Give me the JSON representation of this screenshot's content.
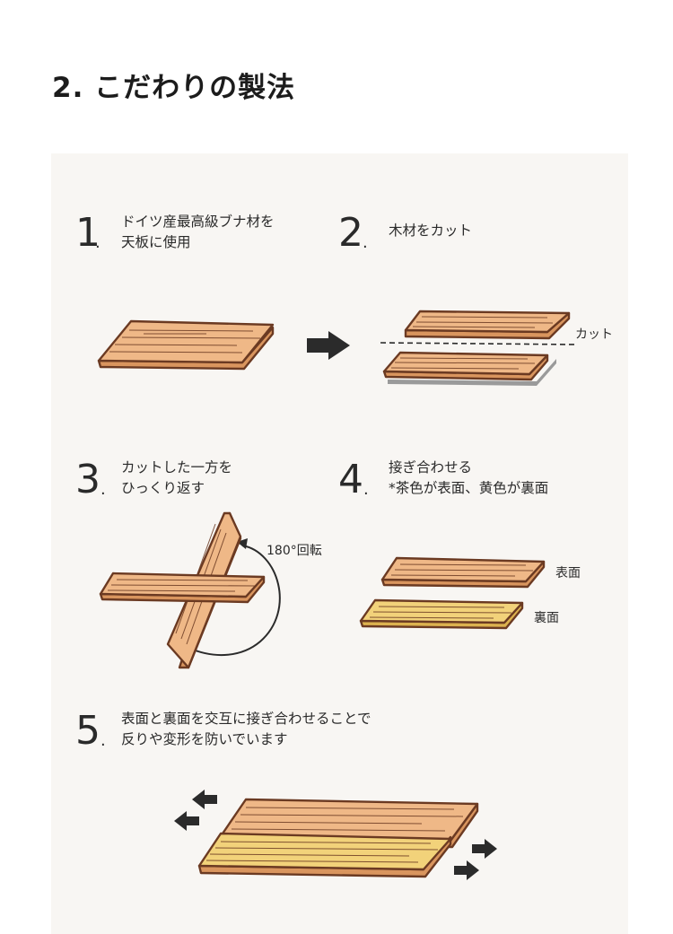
{
  "title": "2. こだわりの製法",
  "colors": {
    "panel_bg": "#f8f6f3",
    "wood_brown": "#efb887",
    "wood_yellow": "#f2d27a",
    "outline": "#6b3a22",
    "arrow": "#2b2b2b"
  },
  "steps": [
    {
      "number": "1",
      "lines": [
        "ドイツ産最高級ブナ材を",
        "天板に使用"
      ]
    },
    {
      "number": "2",
      "lines": [
        "木材をカット"
      ]
    },
    {
      "number": "3",
      "lines": [
        "カットした一方を",
        "ひっくり返す"
      ]
    },
    {
      "number": "4",
      "lines": [
        "接ぎ合わせる",
        "*茶色が表面、黄色が裏面"
      ]
    },
    {
      "number": "5",
      "lines": [
        "表面と裏面を交互に接ぎ合わせることで",
        "反りや変形を防いでいます"
      ]
    }
  ],
  "labels": {
    "cut": "カット",
    "rotate": "180°回転",
    "front": "表面",
    "back": "裏面"
  },
  "icons": [
    "arrow-right-icon",
    "arrow-left-icon",
    "rotate-arrow-icon"
  ]
}
